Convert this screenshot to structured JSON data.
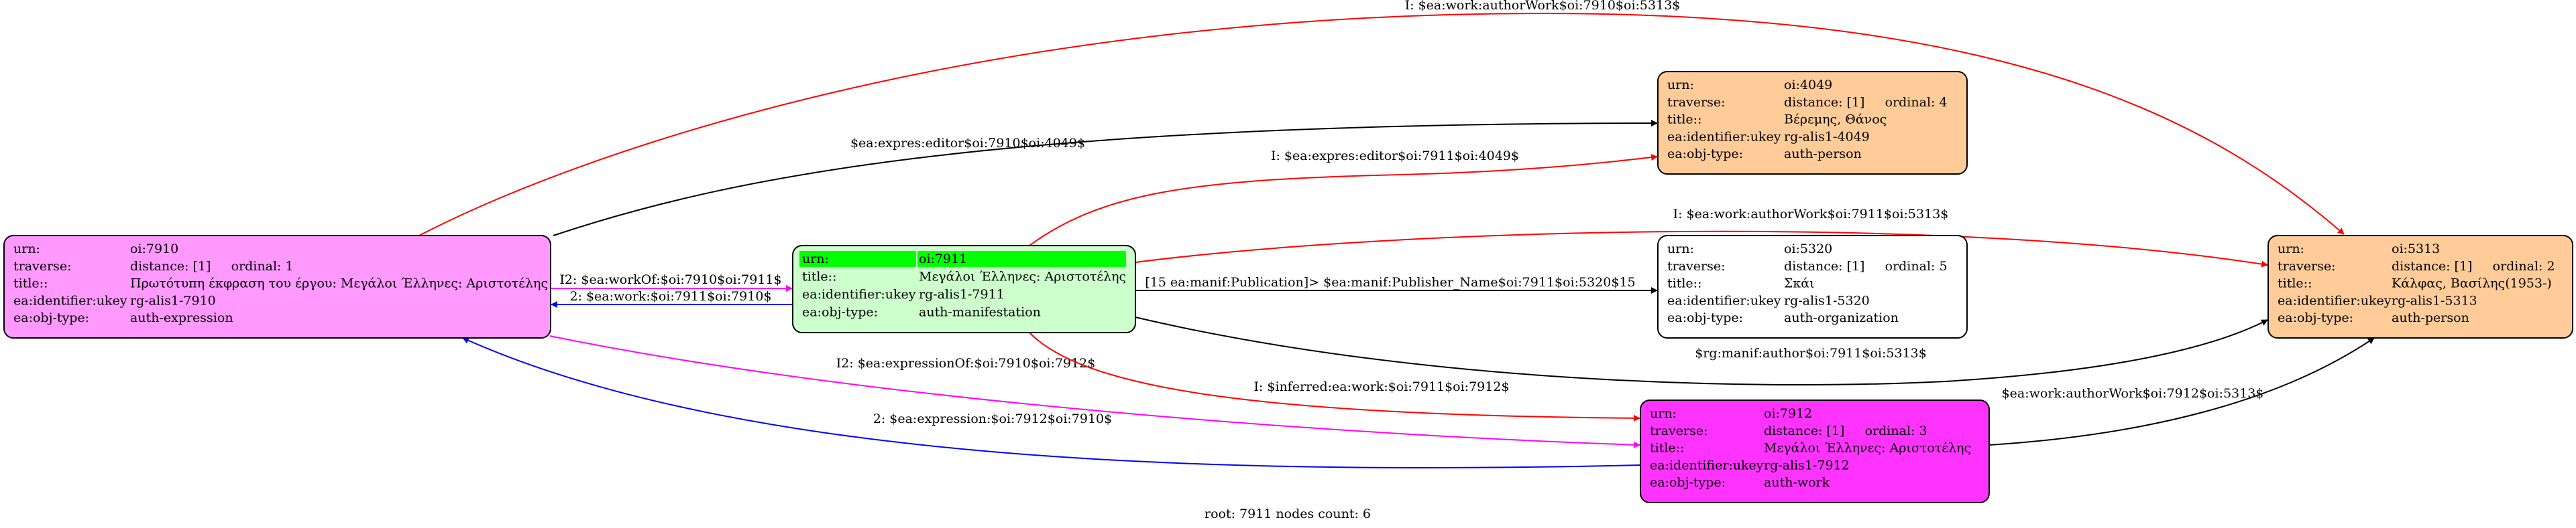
{
  "caption": "root: 7911 nodes count: 6",
  "nodes": {
    "n7910": {
      "fill": "#ff99ff",
      "rows": [
        [
          "urn:",
          "oi:7910"
        ],
        [
          "traverse:",
          "distance: [1]     ordinal: 1"
        ],
        [
          "title::",
          "Πρωτότυπη έκφραση του έργου: Μεγάλοι Έλληνες: Αριστοτέλης"
        ],
        [
          "ea:identifier:ukey",
          "rg-alis1-7910"
        ],
        [
          "ea:obj-type:",
          "auth-expression"
        ]
      ]
    },
    "n7911": {
      "fill": "#ccffcc",
      "highlight": "#00ff00",
      "rows": [
        [
          "urn:",
          "oi:7911"
        ],
        [
          "title::",
          "Μεγάλοι Έλληνες: Αριστοτέλης"
        ],
        [
          "ea:identifier:ukey",
          "rg-alis1-7911"
        ],
        [
          "ea:obj-type:",
          "auth-manifestation"
        ]
      ]
    },
    "n4049": {
      "fill": "#ffcc99",
      "rows": [
        [
          "urn:",
          "oi:4049"
        ],
        [
          "traverse:",
          "distance: [1]     ordinal: 4"
        ],
        [
          "title::",
          "Βέρεμης, Θάνος"
        ],
        [
          "ea:identifier:ukey",
          "rg-alis1-4049"
        ],
        [
          "ea:obj-type:",
          "auth-person"
        ]
      ]
    },
    "n5320": {
      "fill": "#ffffff",
      "rows": [
        [
          "urn:",
          "oi:5320"
        ],
        [
          "traverse:",
          "distance: [1]     ordinal: 5"
        ],
        [
          "title::",
          "Σκάι"
        ],
        [
          "ea:identifier:ukey",
          "rg-alis1-5320"
        ],
        [
          "ea:obj-type:",
          "auth-organization"
        ]
      ]
    },
    "n7912": {
      "fill": "#ff33ff",
      "rows": [
        [
          "urn:",
          "oi:7912"
        ],
        [
          "traverse:",
          "distance: [1]     ordinal: 3"
        ],
        [
          "title::",
          "Μεγάλοι Έλληνες: Αριστοτέλης"
        ],
        [
          "ea:identifier:ukey",
          "rg-alis1-7912"
        ],
        [
          "ea:obj-type:",
          "auth-work"
        ]
      ]
    },
    "n5313": {
      "fill": "#ffcc99",
      "rows": [
        [
          "urn:",
          "oi:5313"
        ],
        [
          "traverse:",
          "distance: [1]     ordinal: 2"
        ],
        [
          "title::",
          "Κάλφας, Βασίλης(1953-)"
        ],
        [
          "ea:identifier:ukey",
          "rg-alis1-5313"
        ],
        [
          "ea:obj-type:",
          "auth-person"
        ]
      ]
    }
  },
  "edges": {
    "e_7910_5313": {
      "label": "I: $ea:work:authorWork$oi:7910$oi:5313$",
      "color": "#ff0000"
    },
    "e_7910_4049": {
      "label": "$ea:expres:editor$oi:7910$oi:4049$",
      "color": "#000000"
    },
    "e_7911_4049": {
      "label": "I: $ea:expres:editor$oi:7911$oi:4049$",
      "color": "#ff0000"
    },
    "e_7911_5313": {
      "label": "I: $ea:work:authorWork$oi:7911$oi:5313$",
      "color": "#ff0000"
    },
    "e_7910_7911": {
      "label": "I2: $ea:workOf:$oi:7910$oi:7911$",
      "color": "#ff00ff"
    },
    "e_7911_7910": {
      "label": "2: $ea:work:$oi:7911$oi:7910$",
      "color": "#0000ff"
    },
    "e_7911_5320": {
      "label": "[15 ea:manif:Publication]> $ea:manif:Publisher_Name$oi:7911$oi:5320$15",
      "color": "#000000"
    },
    "e_7911_5313b": {
      "label": "$rg:manif:author$oi:7911$oi:5313$",
      "color": "#000000"
    },
    "e_7910_7912": {
      "label": "I2: $ea:expressionOf:$oi:7910$oi:7912$",
      "color": "#ff00ff"
    },
    "e_7911_7912": {
      "label": "I: $inferred:ea:work:$oi:7911$oi:7912$",
      "color": "#ff0000"
    },
    "e_7912_7910": {
      "label": "2: $ea:expression:$oi:7912$oi:7910$",
      "color": "#0000ff"
    },
    "e_7912_5313": {
      "label": "$ea:work:authorWork$oi:7912$oi:5313$",
      "color": "#000000"
    }
  }
}
